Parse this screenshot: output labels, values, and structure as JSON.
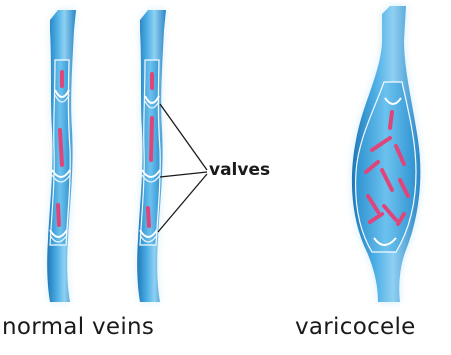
{
  "labels": {
    "valves": "valves",
    "normal_veins": "normal veins",
    "varicocele": "varicocele"
  },
  "colors": {
    "vein": "#3a9fd8",
    "vein_dark": "#1f78b8",
    "vein_light": "#8fd0f2",
    "blood": "#e0457a",
    "valve": "#e9f3fa",
    "text": "#1a1a1a"
  }
}
